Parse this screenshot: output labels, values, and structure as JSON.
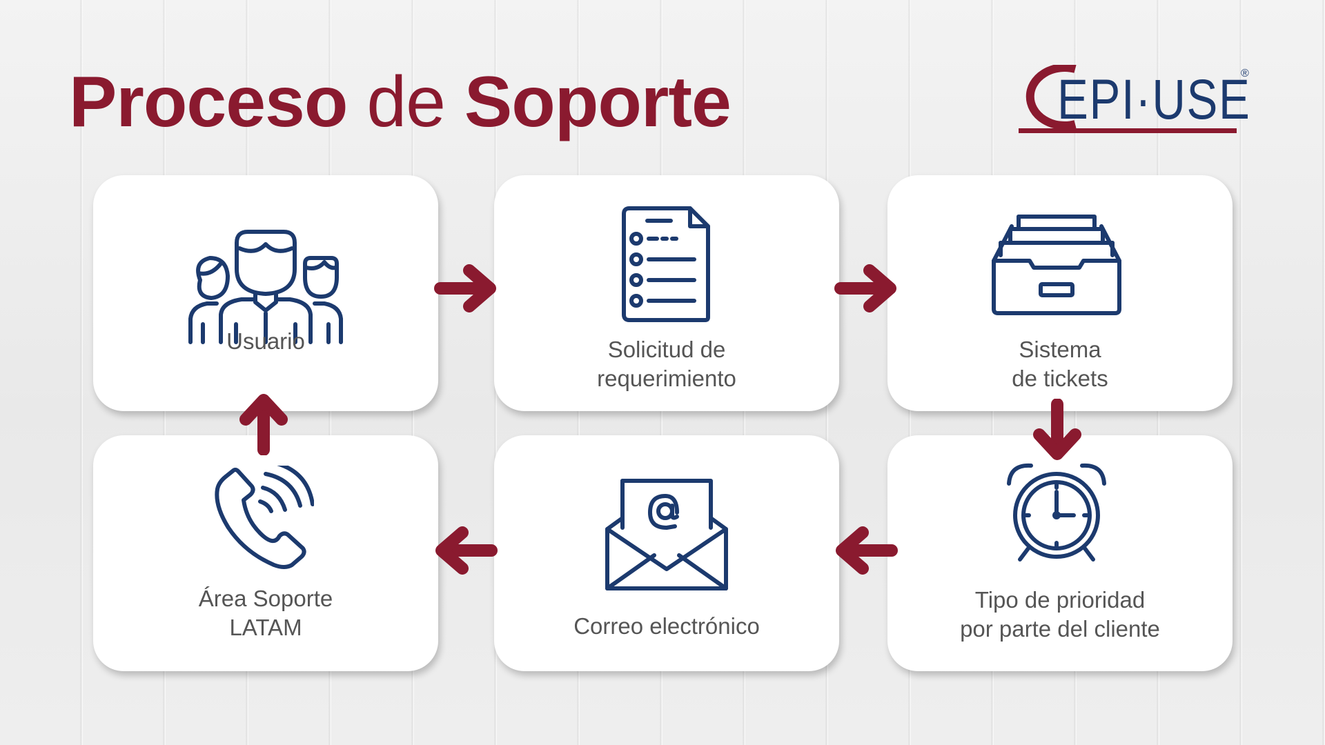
{
  "header": {
    "title_word_1": "Proceso",
    "title_word_2": "de",
    "title_word_3": "Soporte"
  },
  "logo": {
    "text": "EPI·USE",
    "registered": "®"
  },
  "steps": [
    {
      "lines": [
        "Usuario"
      ],
      "icon": "users-group-icon"
    },
    {
      "lines": [
        "Solicitud de",
        "requerimiento"
      ],
      "icon": "checklist-document-icon"
    },
    {
      "lines": [
        "Sistema",
        "de tickets"
      ],
      "icon": "file-tray-icon"
    },
    {
      "lines": [
        "Tipo de prioridad",
        "por parte del cliente"
      ],
      "icon": "alarm-clock-icon"
    },
    {
      "lines": [
        "Correo electrónico"
      ],
      "icon": "email-envelope-icon"
    },
    {
      "lines": [
        "Área Soporte",
        "LATAM"
      ],
      "icon": "phone-call-icon"
    }
  ],
  "colors": {
    "brand_red": "#8a1a2f",
    "icon_blue": "#1c3a6e",
    "label_gray": "#555555",
    "card_white": "#ffffff"
  }
}
